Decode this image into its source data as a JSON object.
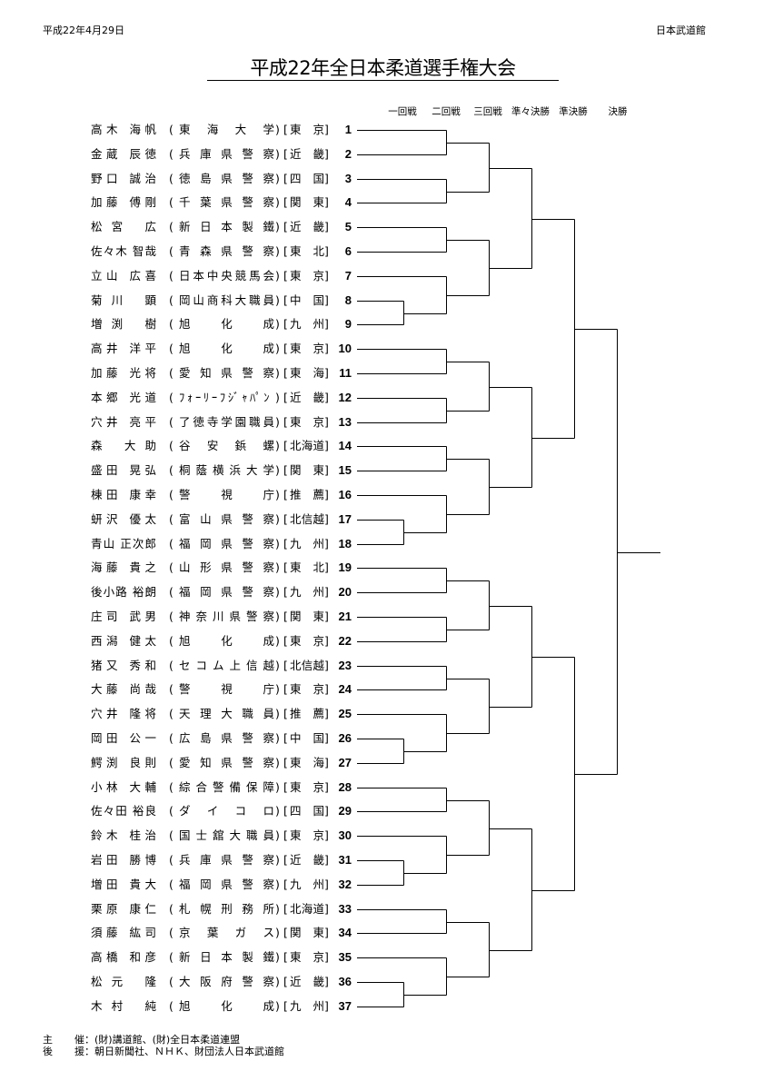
{
  "header": {
    "date": "平成22年4月29日",
    "venue": "日本武道館",
    "title": "平成22年全日本柔道選手権大会"
  },
  "rounds": [
    "一回戦",
    "二回戦",
    "三回戦",
    "準々決勝",
    "準決勝",
    "決勝"
  ],
  "entries": [
    {
      "name": "高木 海帆",
      "affiliation": "東海大学",
      "region": "東京",
      "number": "1"
    },
    {
      "name": "金蔵 辰徳",
      "affiliation": "兵庫県警察",
      "region": "近畿",
      "number": "2"
    },
    {
      "name": "野口 誠治",
      "affiliation": "徳島県警察",
      "region": "四国",
      "number": "3"
    },
    {
      "name": "加藤 傅剛",
      "affiliation": "千葉県警察",
      "region": "関東",
      "number": "4"
    },
    {
      "name": "松宮 広",
      "affiliation": "新日本製鐵",
      "region": "近畿",
      "number": "5"
    },
    {
      "name": "佐々木 智哉",
      "affiliation": "青森県警察",
      "region": "東北",
      "number": "6"
    },
    {
      "name": "立山 広喜",
      "affiliation": "日本中央競馬会",
      "region": "東京",
      "number": "7"
    },
    {
      "name": "菊川 顕",
      "affiliation": "岡山商科大職員",
      "region": "中国",
      "number": "8"
    },
    {
      "name": "増渕 樹",
      "affiliation": "旭化成",
      "region": "九州",
      "number": "9"
    },
    {
      "name": "高井 洋平",
      "affiliation": "旭化成",
      "region": "東京",
      "number": "10"
    },
    {
      "name": "加藤 光将",
      "affiliation": "愛知県警察",
      "region": "東海",
      "number": "11"
    },
    {
      "name": "本郷 光道",
      "affiliation": "ﾌｫｰﾘｰﾌｼﾞｬﾊﾟﾝ",
      "region": "近畿",
      "number": "12"
    },
    {
      "name": "穴井 亮平",
      "affiliation": "了徳寺学園職員",
      "region": "東京",
      "number": "13"
    },
    {
      "name": "森 大助",
      "affiliation": "谷安鋲螺",
      "region": "北海道",
      "number": "14"
    },
    {
      "name": "盛田 晃弘",
      "affiliation": "桐蔭横浜大学",
      "region": "関東",
      "number": "15"
    },
    {
      "name": "棟田 康幸",
      "affiliation": "警視庁",
      "region": "推薦",
      "number": "16"
    },
    {
      "name": "蚈沢 優太",
      "affiliation": "富山県警察",
      "region": "北信越",
      "number": "17"
    },
    {
      "name": "青山 正次郎",
      "affiliation": "福岡県警察",
      "region": "九州",
      "number": "18"
    },
    {
      "name": "海藤 貴之",
      "affiliation": "山形県警察",
      "region": "東北",
      "number": "19"
    },
    {
      "name": "後小路 裕朗",
      "affiliation": "福岡県警察",
      "region": "九州",
      "number": "20"
    },
    {
      "name": "庄司 武男",
      "affiliation": "神奈川県警察",
      "region": "関東",
      "number": "21"
    },
    {
      "name": "西潟 健太",
      "affiliation": "旭化成",
      "region": "東京",
      "number": "22"
    },
    {
      "name": "猪又 秀和",
      "affiliation": "セコム上信越",
      "region": "北信越",
      "number": "23"
    },
    {
      "name": "大藤 尚哉",
      "affiliation": "警視庁",
      "region": "東京",
      "number": "24"
    },
    {
      "name": "穴井 隆将",
      "affiliation": "天理大職員",
      "region": "推薦",
      "number": "25"
    },
    {
      "name": "岡田 公一",
      "affiliation": "広島県警察",
      "region": "中国",
      "number": "26"
    },
    {
      "name": "鰐渕 良則",
      "affiliation": "愛知県警察",
      "region": "東海",
      "number": "27"
    },
    {
      "name": "小林 大輔",
      "affiliation": "綜合警備保障",
      "region": "東京",
      "number": "28"
    },
    {
      "name": "佐々田 裕良",
      "affiliation": "ダイコロ",
      "region": "四国",
      "number": "29"
    },
    {
      "name": "鈴木 桂治",
      "affiliation": "国士舘大職員",
      "region": "東京",
      "number": "30"
    },
    {
      "name": "岩田 勝博",
      "affiliation": "兵庫県警察",
      "region": "近畿",
      "number": "31"
    },
    {
      "name": "増田 貴大",
      "affiliation": "福岡県警察",
      "region": "九州",
      "number": "32"
    },
    {
      "name": "栗原 康仁",
      "affiliation": "札幌刑務所",
      "region": "北海道",
      "number": "33"
    },
    {
      "name": "須藤 紘司",
      "affiliation": "京葉ガス",
      "region": "関東",
      "number": "34"
    },
    {
      "name": "高橋 和彦",
      "affiliation": "新日本製鐵",
      "region": "東京",
      "number": "35"
    },
    {
      "name": "松元 隆",
      "affiliation": "大阪府警察",
      "region": "近畿",
      "number": "36"
    },
    {
      "name": "木村 純",
      "affiliation": "旭化成",
      "region": "九州",
      "number": "37"
    }
  ],
  "bracket": [
    [
      [
        [
          [
            1,
            2
          ],
          [
            3,
            4
          ]
        ],
        [
          [
            5,
            6
          ],
          [
            7,
            [
              8,
              9
            ]
          ]
        ]
      ],
      [
        [
          [
            10,
            11
          ],
          [
            12,
            13
          ]
        ],
        [
          [
            14,
            15
          ],
          [
            16,
            [
              17,
              18
            ]
          ]
        ]
      ]
    ],
    [
      [
        [
          [
            19,
            20
          ],
          [
            21,
            22
          ]
        ],
        [
          [
            23,
            24
          ],
          [
            25,
            [
              26,
              27
            ]
          ]
        ]
      ],
      [
        [
          [
            28,
            29
          ],
          [
            30,
            [
              31,
              32
            ]
          ]
        ],
        [
          [
            33,
            34
          ],
          [
            35,
            [
              36,
              37
            ]
          ]
        ]
      ]
    ]
  ],
  "footer": {
    "organizer_label": "主催",
    "organizer": "(財)講道館、(財)全日本柔道連盟",
    "sponsor_label": "後援",
    "sponsor": "朝日新聞社、ＮＨＫ、財団法人日本武道館"
  }
}
